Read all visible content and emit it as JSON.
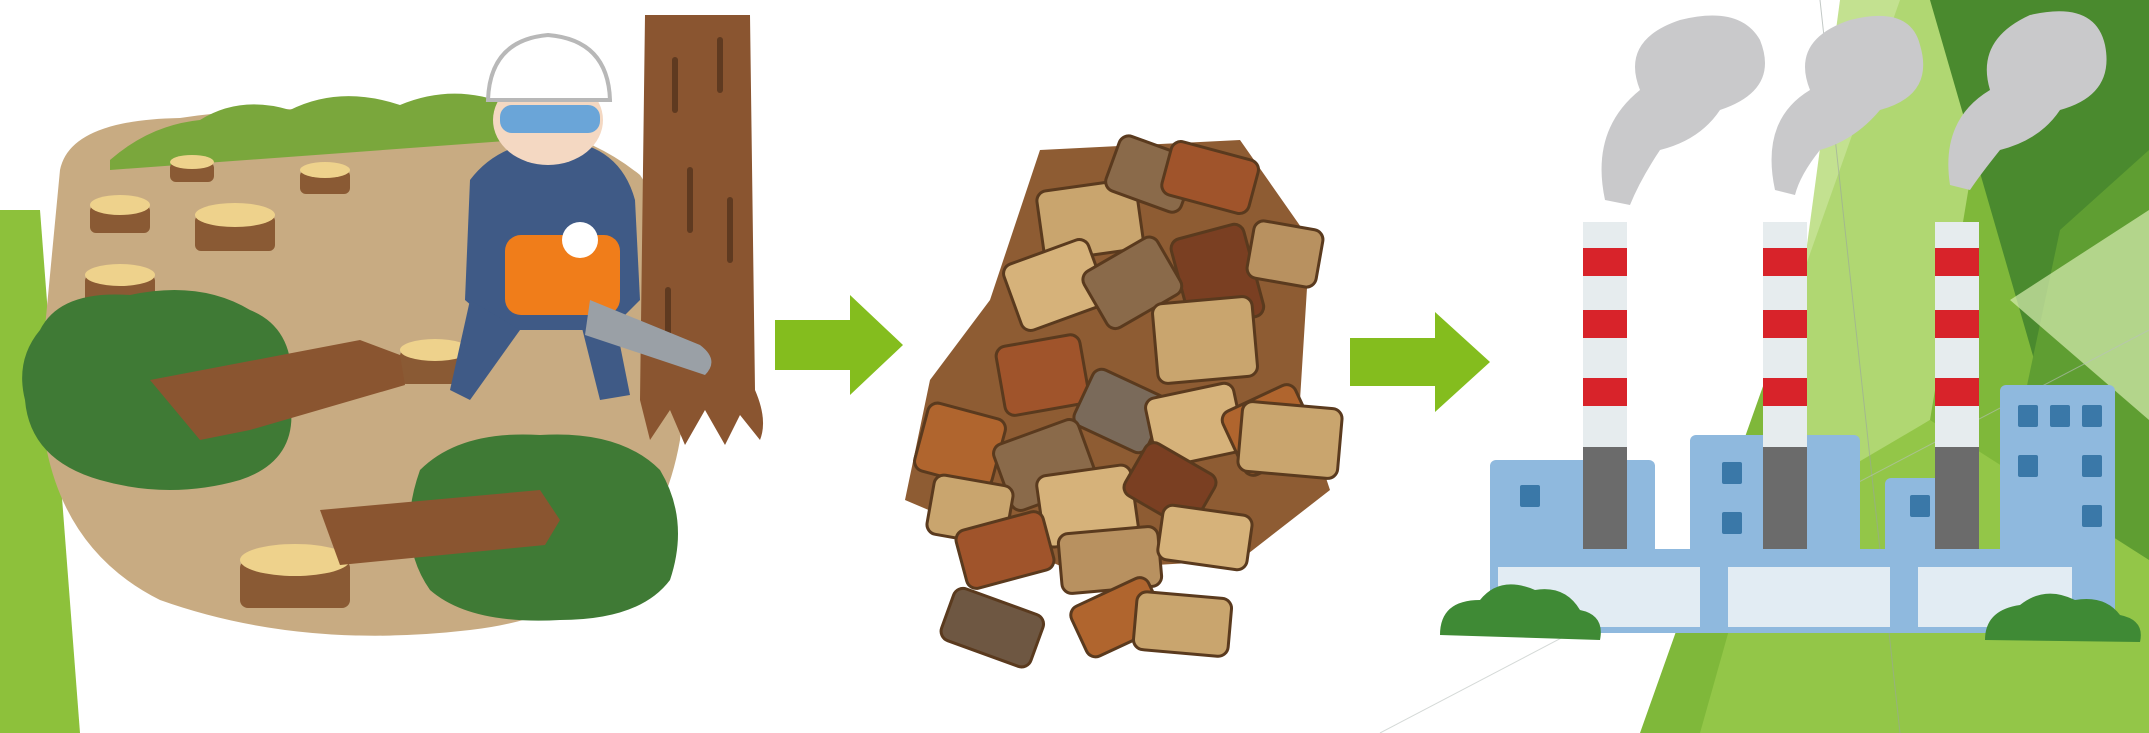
{
  "diagram": {
    "steps": [
      {
        "id": "logging",
        "icon": "logging-worker-chainsaw-icon"
      },
      {
        "id": "wood-chips",
        "icon": "wood-chip-pile-icon"
      },
      {
        "id": "power-plant",
        "icon": "biomass-power-plant-icon"
      }
    ],
    "connectors": [
      {
        "from": "logging",
        "to": "wood-chips",
        "icon": "right-arrow-icon"
      },
      {
        "from": "wood-chips",
        "to": "power-plant",
        "icon": "right-arrow-icon"
      }
    ]
  },
  "colors": {
    "background": "#ffffff",
    "accent_green": "#84bd1e",
    "dark_green": "#4e8a2a",
    "light_green": "#cfe7a8",
    "trunk_brown": "#8a5530",
    "chip_brown": "#b07a3e",
    "smoke_gray": "#c9c9cb",
    "building_blue": "#8fb9de",
    "chimney_red": "#d8232a"
  }
}
